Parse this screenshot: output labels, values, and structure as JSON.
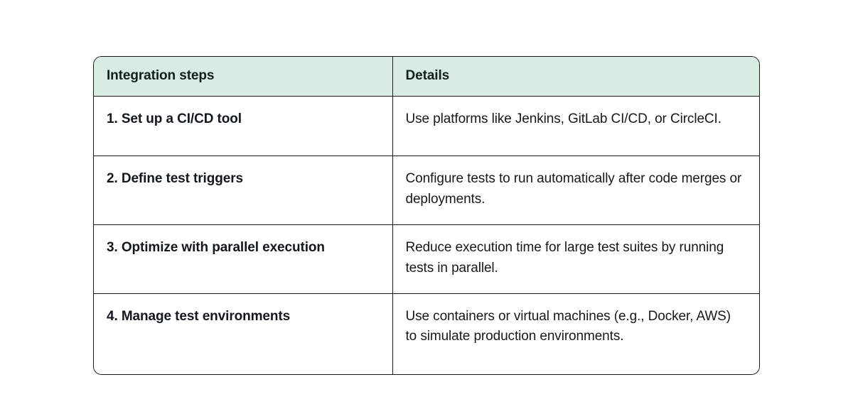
{
  "document": {
    "background_color": "#ffffff",
    "accent_header_color": "#d8ece1",
    "border_color": "#1a1a1a",
    "text_color": "#17181a"
  },
  "table": {
    "columns": [
      {
        "key": "steps",
        "label": "Integration steps"
      },
      {
        "key": "details",
        "label": "Details"
      }
    ],
    "rows": [
      {
        "step": "1. Set up a CI/CD tool",
        "detail": "Use platforms like Jenkins, GitLab CI/CD, or CircleCI."
      },
      {
        "step": "2. Define test triggers",
        "detail": "Configure tests to run automatically after code merges or deployments."
      },
      {
        "step": "3. Optimize with parallel execution",
        "detail": "Reduce execution time for large test suites by running tests in parallel."
      },
      {
        "step": "4. Manage test environments",
        "detail": "Use containers or virtual machines (e.g., Docker, AWS) to simulate production environments."
      }
    ]
  }
}
